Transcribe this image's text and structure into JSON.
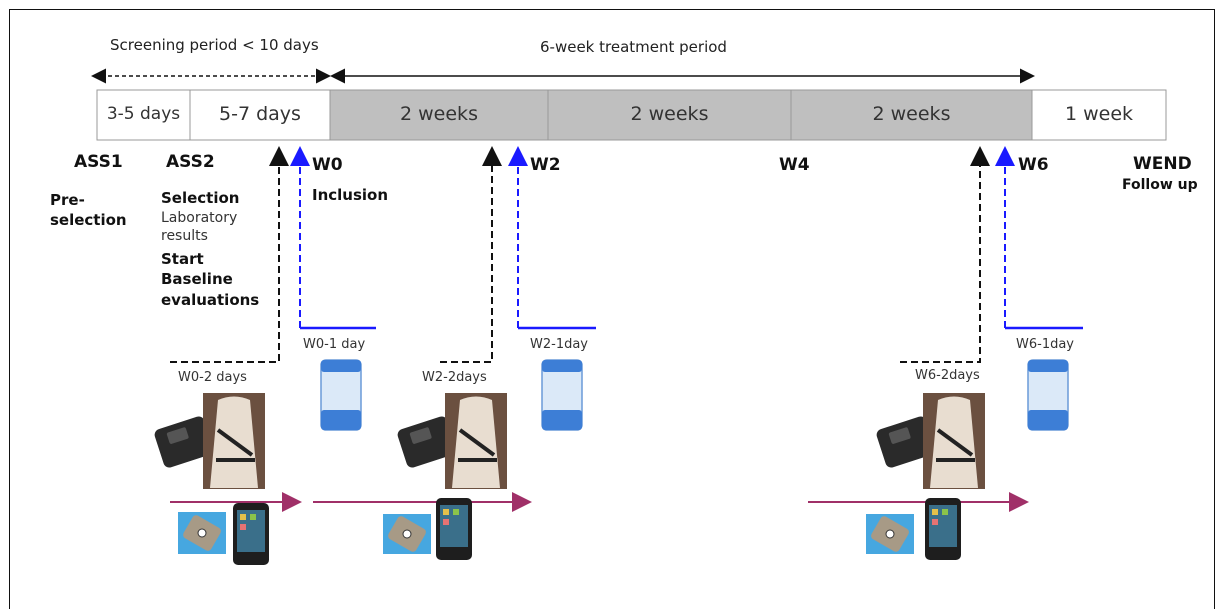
{
  "periods": {
    "screening": "Screening period < 10 days",
    "treatment": "6-week treatment period"
  },
  "phases": [
    "3-5 days",
    "5-7 days",
    "2 weeks",
    "2 weeks",
    "2 weeks",
    "1 week"
  ],
  "milestones": {
    "ass1": "ASS1",
    "ass2": "ASS2",
    "w0": "W0",
    "w2": "W2",
    "w4": "W4",
    "w6": "W6",
    "wend": "WEND"
  },
  "notes": {
    "preselection": "Pre-\nselection",
    "selection": "Selection",
    "lab": "Laboratory\nresults",
    "baseline": "Start\nBaseline\nevaluations",
    "inclusion": "Inclusion",
    "followup": "Follow up"
  },
  "captions": {
    "w0_2days": "W0-2 days",
    "w0_1day": "W0-1 day",
    "w2_2days": "W2-2days",
    "w2_1day": "W2-1day",
    "w6_2days": "W6-2days",
    "w6_1day": "W6-1day"
  },
  "colors": {
    "black_arrow": "#111111",
    "blue_arrow": "#1a1aff",
    "gray_band": "#bfbfbf",
    "purple_arrow": "#a03068"
  },
  "icons": [
    "holter-device-icon",
    "ecg-harness-icon",
    "urine-container-icon",
    "sensor-patch-icon",
    "smartphone-icon"
  ]
}
